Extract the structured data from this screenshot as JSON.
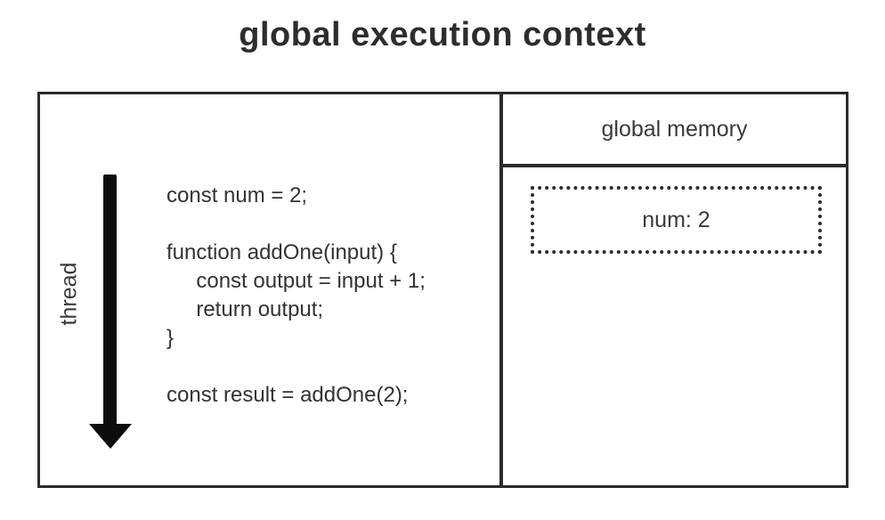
{
  "title": "global execution context",
  "left_panel": {
    "thread_label": "thread",
    "code_lines": [
      "const num = 2;",
      "",
      "function addOne(input) {",
      "     const output = input + 1;",
      "     return output;",
      "}",
      "",
      "const result = addOne(2);"
    ]
  },
  "right_panel": {
    "header": "global memory",
    "entries": [
      {
        "label": "num: 2"
      }
    ]
  },
  "colors": {
    "border": "#2b2b2b",
    "text": "#333333",
    "arrow": "#0d0d0d",
    "background": "#ffffff"
  }
}
